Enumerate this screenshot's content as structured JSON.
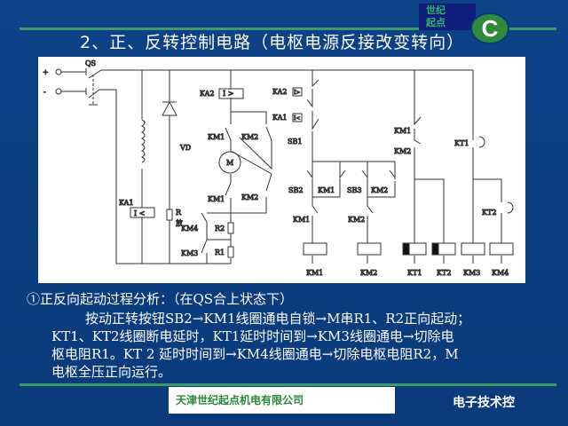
{
  "logo": {
    "line1": "世纪",
    "line2": "起点",
    "letter": "C"
  },
  "title": "2、正、反转控制电路（电枢电源反接改变转向）",
  "diagram": {
    "labels": {
      "plus": "+",
      "minus": "-",
      "qs": "QS",
      "vd": "VD",
      "ka1": "KA1",
      "ka1_box": "I <",
      "r_field": "R",
      "r_sub": "放",
      "ka2": "KA2",
      "ka2_box": "I >",
      "motor": "M",
      "km1_top": "KM1",
      "km2_top": "KM2",
      "km1_bot": "KM1",
      "km2_bot": "KM2",
      "km4": "KM4",
      "km3": "KM3",
      "r2": "R2",
      "r1": "R1",
      "ka2_c": "KA2",
      "ka2_c_box": "I>",
      "ka1_c": "KA1",
      "ka1_c_box": "I<",
      "sb1": "SB1",
      "sb2": "SB2",
      "km1_self": "KM1",
      "sb3": "SB3",
      "km2_self": "KM2",
      "km1_int": "KM1",
      "km2_int": "KM2",
      "km1_nc": "KM1",
      "km2_nc": "KM2",
      "kt1_c": "KT1",
      "kt2_c": "KT2"
    },
    "coils": [
      "KM1",
      "KM2",
      "KT1",
      "KT2",
      "KM3",
      "KM4"
    ]
  },
  "analysis": {
    "heading": "①正反向起动过程分析：（在QS合上状态下）",
    "lines": [
      "按动正转按钮SB2→KM1线圈通电自锁→M串R1、R2正向起动；",
      "KT1、KT2线圈断电延时，KT1延时时间到→KM3线圈通电→切除电",
      "枢电阻R1。KT 2 延时时间到→KM4线圈通电→切除电枢电阻R2，M",
      "电枢全压正向运行。"
    ]
  },
  "footer": "天津世纪起点机电有限公司",
  "watermark": "电子技术控"
}
